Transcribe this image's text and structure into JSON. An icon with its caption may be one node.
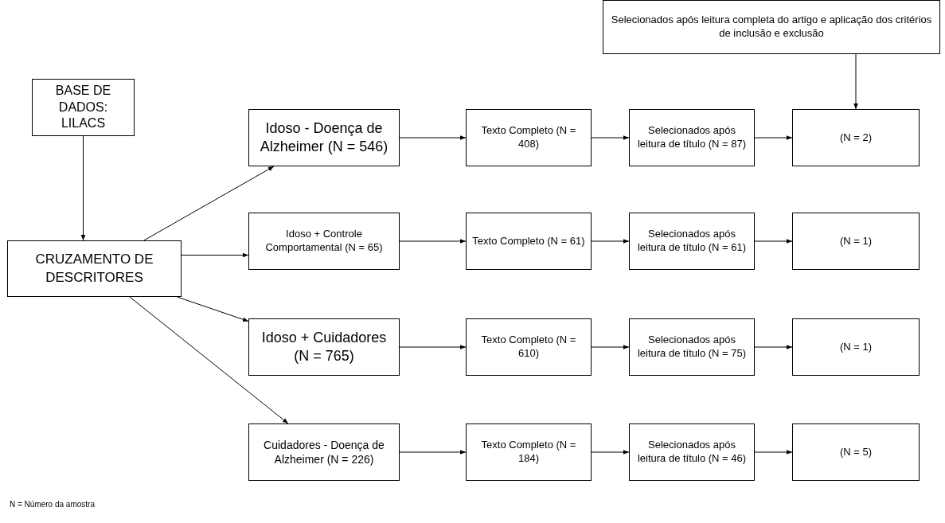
{
  "diagram": {
    "nodes": [
      {
        "text": [
          "BASE DE DADOS: LILACS"
        ]
      },
      {
        "text": [
          "CRUZAMENTO DE DESCRITORES"
        ]
      },
      {
        "text": [
          "Idoso - Doença de Alzheimer (N = 546)"
        ]
      },
      {
        "text": [
          "Texto Completo (N = 408)"
        ]
      },
      {
        "text": [
          "Selecionados após leitura de título (N = 87)"
        ]
      },
      {
        "text": [
          "(N = 2)"
        ]
      },
      {
        "text": [
          "Idoso + Controle Comportamental (N = 65)"
        ]
      },
      {
        "text": [
          "Texto Completo (N = 61)"
        ]
      },
      {
        "text": [
          "Selecionados após leitura de título (N = 61)"
        ]
      },
      {
        "text": [
          "(N = 1)"
        ]
      },
      {
        "text": [
          "Idoso + Cuidadores (N = 765)"
        ]
      },
      {
        "text": [
          "Texto Completo (N = 610)"
        ]
      },
      {
        "text": [
          "Selecionados após leitura de título (N = 75)"
        ]
      },
      {
        "text": [
          "(N = 1)"
        ]
      },
      {
        "text": [
          "Cuidadores - Doença de Alzheimer (N = 226)"
        ]
      },
      {
        "text": [
          "Texto Completo (N = 184)"
        ]
      },
      {
        "text": [
          "Selecionados após leitura de título (N = 46)"
        ]
      },
      {
        "text": [
          "(N = 5)"
        ]
      },
      {
        "text": [
          "Selecionados após leitura completa do artigo e aplicação dos critérios de inclusão e exclusão"
        ]
      }
    ],
    "edges": [
      {
        "from": 0,
        "to": 1,
        "arrow": "to"
      },
      {
        "from": 1,
        "to": 2,
        "arrow": "to"
      },
      {
        "from": 1,
        "to": 6,
        "arrow": "to"
      },
      {
        "from": 1,
        "to": 10,
        "arrow": "to"
      },
      {
        "from": 1,
        "to": 14,
        "arrow": "to"
      },
      {
        "from": 2,
        "to": 3,
        "arrow": "to"
      },
      {
        "from": 3,
        "to": 4,
        "arrow": "to"
      },
      {
        "from": 4,
        "to": 5,
        "arrow": "to"
      },
      {
        "from": 6,
        "to": 7,
        "arrow": "to"
      },
      {
        "from": 7,
        "to": 8,
        "arrow": "to"
      },
      {
        "from": 8,
        "to": 9,
        "arrow": "to"
      },
      {
        "from": 10,
        "to": 11,
        "arrow": "to"
      },
      {
        "from": 11,
        "to": 12,
        "arrow": "to"
      },
      {
        "from": 12,
        "to": 13,
        "arrow": "to"
      },
      {
        "from": 14,
        "to": 15,
        "arrow": "to"
      },
      {
        "from": 15,
        "to": 16,
        "arrow": "to"
      },
      {
        "from": 16,
        "to": 17,
        "arrow": "to"
      },
      {
        "from": 18,
        "to": 5,
        "arrow": "to"
      }
    ],
    "labels": [
      "N = Número da amostra"
    ]
  }
}
